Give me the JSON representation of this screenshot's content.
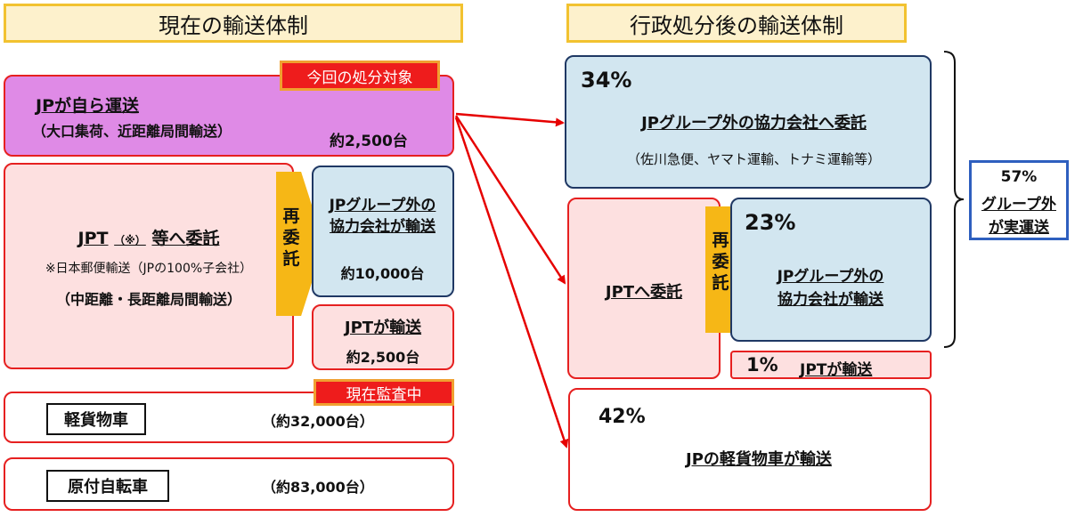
{
  "headers": {
    "current": "現在の輸送体制",
    "after": "行政処分後の輸送体制"
  },
  "current": {
    "jp_self": {
      "tag": "今回の処分対象",
      "title": "JPが自ら運送",
      "subtitle": "（大口集荷、近距離局間輸送）",
      "count": "約2,500台"
    },
    "jpt": {
      "title_a": "JPT",
      "title_mark": "（※）",
      "title_b": "等へ委託",
      "note": "※日本郵便輸送（JPの100%子会社）",
      "subtitle": "（中距離・長距離局間輸送）",
      "recommission": "再委託",
      "outside": {
        "line1": "JPグループ外の",
        "line2": "協力会社が輸送",
        "count": "約10,000台"
      },
      "self": {
        "title": "JPTが輸送",
        "count": "約2,500台"
      }
    },
    "light_truck": {
      "tag": "現在監査中",
      "label": "軽貨物車",
      "count": "（約32,000台）"
    },
    "moped": {
      "label": "原付自転車",
      "count": "（約83,000台）"
    }
  },
  "after": {
    "outside_direct": {
      "pct": "34%",
      "title": "JPグループ外の協力会社へ委託",
      "examples": "（佐川急便、ヤマト運輸、トナミ運輸等）"
    },
    "jpt": {
      "title": "JPTへ委託",
      "recommission": "再委託",
      "outside": {
        "pct": "23%",
        "line1": "JPグループ外の",
        "line2": "協力会社が輸送"
      },
      "self": {
        "pct": "1%",
        "title": "JPTが輸送"
      }
    },
    "light_truck": {
      "pct": "42%",
      "title": "JPの軽貨物車が輸送"
    },
    "summary": {
      "pct": "57%",
      "line1": "グループ外",
      "line2": "が実運送"
    }
  },
  "colors": {
    "arrow": "#e60000",
    "red_border": "#e62020",
    "blue_border": "#1f3864",
    "summary_border": "#2e5fbf"
  }
}
